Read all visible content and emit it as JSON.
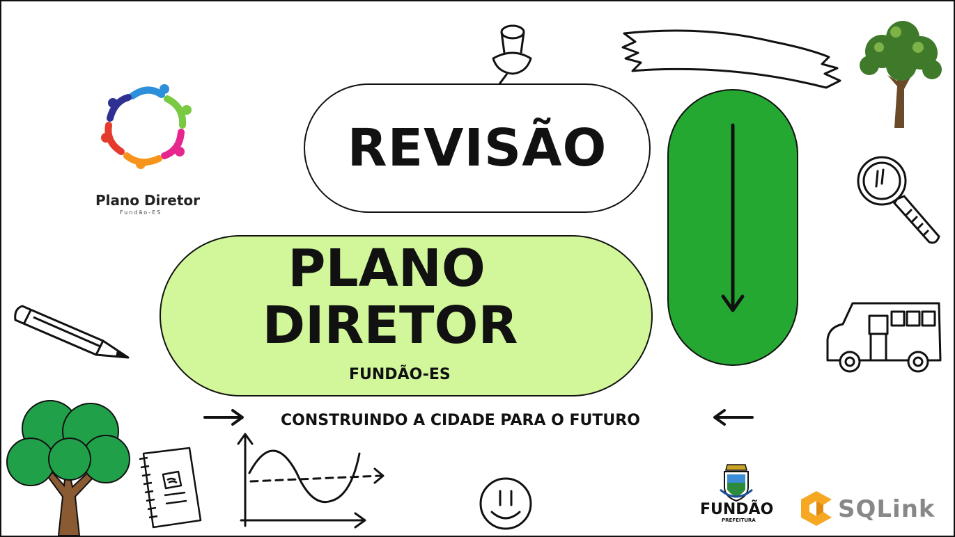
{
  "revisao": {
    "label": "REVISÃO"
  },
  "plano_diretor": {
    "line1": "PLANO",
    "line2": "DIRETOR",
    "subtitle": "FUNDÃO-ES"
  },
  "tagline": "CONSTRUINDO A CIDADE PARA O FUTURO",
  "plano_logo": {
    "title": "Plano Diretor",
    "subtitle": "Fundão-ES"
  },
  "fundao_logo": {
    "name": "FUNDÃO",
    "prefeitura": "PREFEITURA"
  },
  "sqlink_logo": {
    "name": "SQLink"
  },
  "colors": {
    "light_green": "#d2f79a",
    "dark_green": "#24a832",
    "text": "#111111"
  },
  "icons": [
    "push-pin-icon",
    "ribbon-banner-icon",
    "tree-icon",
    "magnifier-icon",
    "bus-icon",
    "pencil-icon",
    "notebook-icon",
    "graph-icon",
    "smiley-icon",
    "arrow-right-icon",
    "arrow-left-icon",
    "arrow-down-icon"
  ]
}
